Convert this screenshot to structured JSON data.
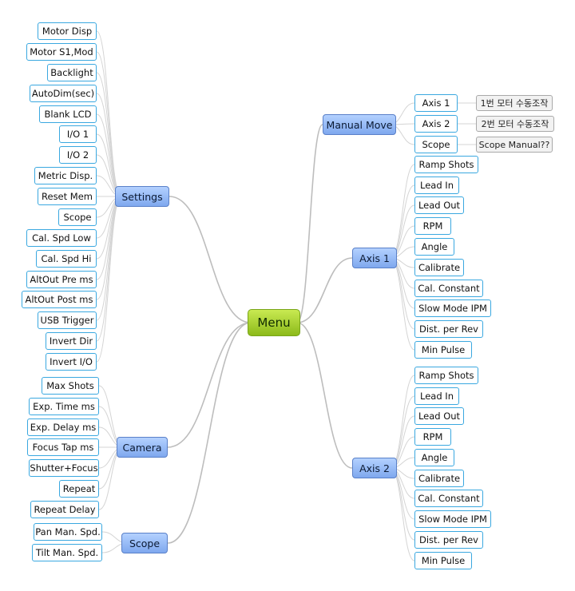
{
  "center": "Menu",
  "settings": {
    "label": "Settings",
    "items": [
      "Motor Disp",
      "Motor S1,Mod",
      "Backlight",
      "AutoDim(sec)",
      "Blank LCD",
      "I/O 1",
      "I/O 2",
      "Metric Disp.",
      "Reset Mem",
      "Scope",
      "Cal. Spd Low",
      "Cal. Spd Hi",
      "AltOut Pre ms",
      "AltOut Post ms",
      "USB Trigger",
      "Invert Dir",
      "Invert I/O"
    ]
  },
  "camera": {
    "label": "Camera",
    "items": [
      "Max Shots",
      "Exp. Time ms",
      "Exp. Delay ms",
      "Focus Tap ms",
      "Shutter+Focus",
      "Repeat",
      "Repeat Delay"
    ]
  },
  "scope": {
    "label": "Scope",
    "items": [
      "Pan Man. Spd.",
      "Tilt Man. Spd."
    ]
  },
  "manual_move": {
    "label": "Manual Move",
    "items": [
      "Axis 1",
      "Axis 2",
      "Scope"
    ],
    "notes": [
      "1번 모터 수동조작",
      "2번 모터 수동조작",
      "Scope Manual??"
    ]
  },
  "axis1": {
    "label": "Axis 1",
    "items": [
      "Ramp Shots",
      "Lead In",
      "Lead Out",
      "RPM",
      "Angle",
      "Calibrate",
      "Cal. Constant",
      "Slow Mode IPM",
      "Dist. per Rev",
      "Min Pulse"
    ]
  },
  "axis2": {
    "label": "Axis 2",
    "items": [
      "Ramp Shots",
      "Lead In",
      "Lead Out",
      "RPM",
      "Angle",
      "Calibrate",
      "Cal. Constant",
      "Slow Mode IPM",
      "Dist. per Rev",
      "Min Pulse"
    ]
  }
}
